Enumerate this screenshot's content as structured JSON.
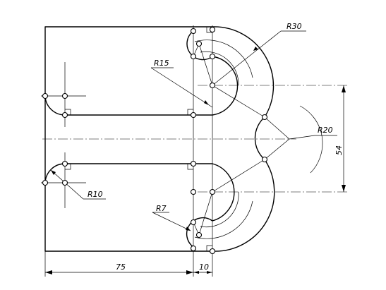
{
  "labels": {
    "r30": "R30",
    "r15": "R15",
    "r20": "R20",
    "r10": "R10",
    "r7": "R7",
    "dim_54": "54",
    "dim_75": "75",
    "dim_10": "10"
  }
}
